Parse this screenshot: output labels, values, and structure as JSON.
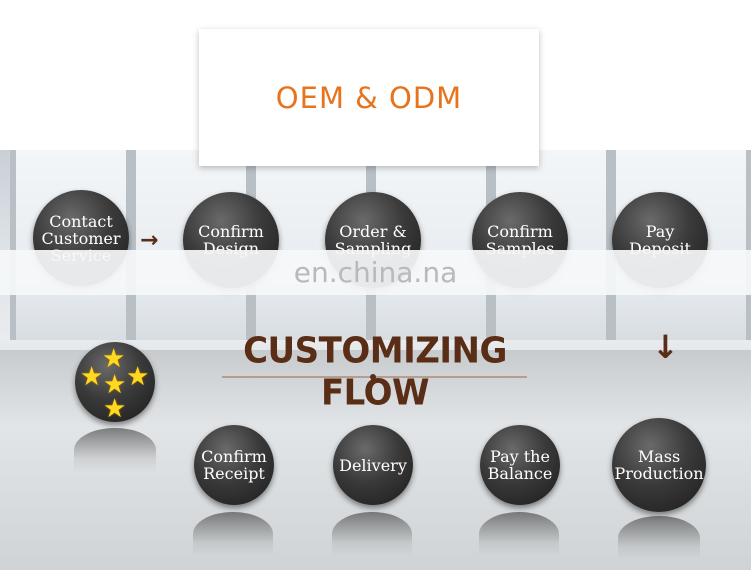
{
  "title": "OEM & ODM",
  "watermark": "en.china.na",
  "heading": "CUSTOMIZING FLOW",
  "steps": {
    "contact_customer": "Contact\nCustomer\nService",
    "confirm_design": "Confirm\nDesign",
    "order_sampling": "Order &\nSampling",
    "confirm_samples": "Confirm\nSamples",
    "pay_deposit": "Pay\nDeposit",
    "mass_production": "Mass\nProduction",
    "pay_balance": "Pay the\nBalance",
    "delivery": "Delivery",
    "confirm_receipt": "Confirm\nReceipt"
  },
  "icons": {
    "arrow_right": "→",
    "arrow_down": "↓",
    "star": "★"
  },
  "colors": {
    "title": "#e8731d",
    "heading": "#5a2e16",
    "star": "#ffd81f"
  }
}
